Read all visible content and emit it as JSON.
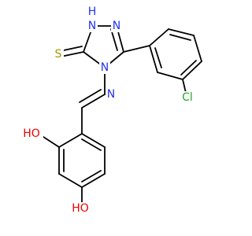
{
  "colors": {
    "bond": "#000000",
    "N": "#2233ee",
    "S": "#a59800",
    "O": "#ee0000",
    "Cl": "#22aa22"
  },
  "atoms": {
    "nh": "H",
    "n1": "N",
    "n2": "N",
    "n4": "N",
    "n_imine": "N",
    "s": "S",
    "cl": "Cl",
    "oh_top": "HO",
    "oh_bottom": "HO"
  }
}
